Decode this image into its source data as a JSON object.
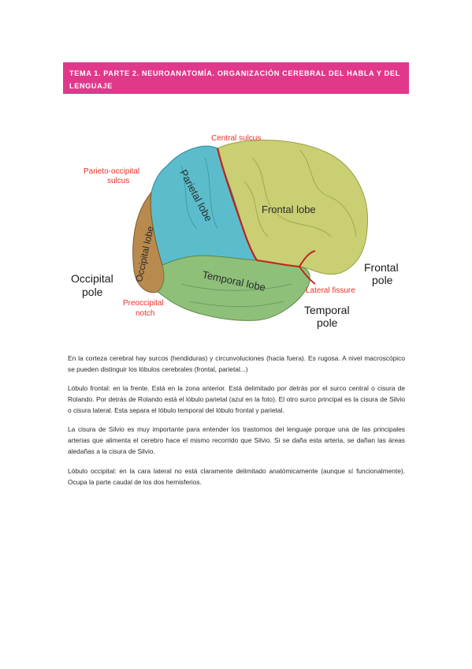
{
  "header": {
    "title": "TEMA 1. PARTE 2. NEUROANATOMÍA. ORGANIZACIÓN CEREBRAL DEL HABLA Y DEL LENGUAJE"
  },
  "figure": {
    "labels": {
      "central_sulcus": "Central sulcus",
      "parieto_occipital_1": "Parieto-occipital",
      "parieto_occipital_2": "sulcus",
      "parietal_lobe": "Parietal lobe",
      "frontal_lobe": "Frontal lobe",
      "occipital_lobe": "Occipital lobe",
      "temporal_lobe": "Temporal lobe",
      "occipital_pole_1": "Occipital",
      "occipital_pole_2": "pole",
      "frontal_pole_1": "Frontal",
      "frontal_pole_2": "pole",
      "lateral_fissure": "Lateral fissure",
      "preoccipital_1": "Preoccipital",
      "preoccipital_2": "notch",
      "temporal_pole_1": "Temporal",
      "temporal_pole_2": "pole"
    },
    "colors": {
      "red_label": "#e8312a",
      "frontal": "#c9cf72",
      "parietal": "#5bbdcc",
      "temporal": "#8ec07a",
      "occipital": "#b98a4e"
    }
  },
  "paragraphs": [
    "En la corteza cerebral hay surcos (hendiduras) y circunvoluciones (hacia fuera). Es rugosa. A nivel macroscópico se pueden distinguir los lóbulos cerebrales (frontal, parietal...)",
    "Lóbulo frontal: en la frente. Está en la zona anterior. Está delimitado por detrás por el surco central o cisura de Rolando. Por detrás de Rolando está el lóbulo parietal (azul en la foto). El otro surco principal es la cisura de Silvio o cisura lateral. Esta separa el lóbulo temporal del lóbulo frontal y parietal.",
    "La cisura de Silvio es muy importante para entender los trastornos del lenguaje porque una de las principales arterias que alimenta el cerebro hace el mismo recorrido que Silvio. Si se daña esta arteria, se dañan las áreas aledañas a la cisura de Silvio.",
    "Lóbulo occipital: en la cara lateral no está claramente delimitado anatómicamente (aunque sí funcionalmente). Ocupa la parte caudal de los dos hemisferios."
  ]
}
